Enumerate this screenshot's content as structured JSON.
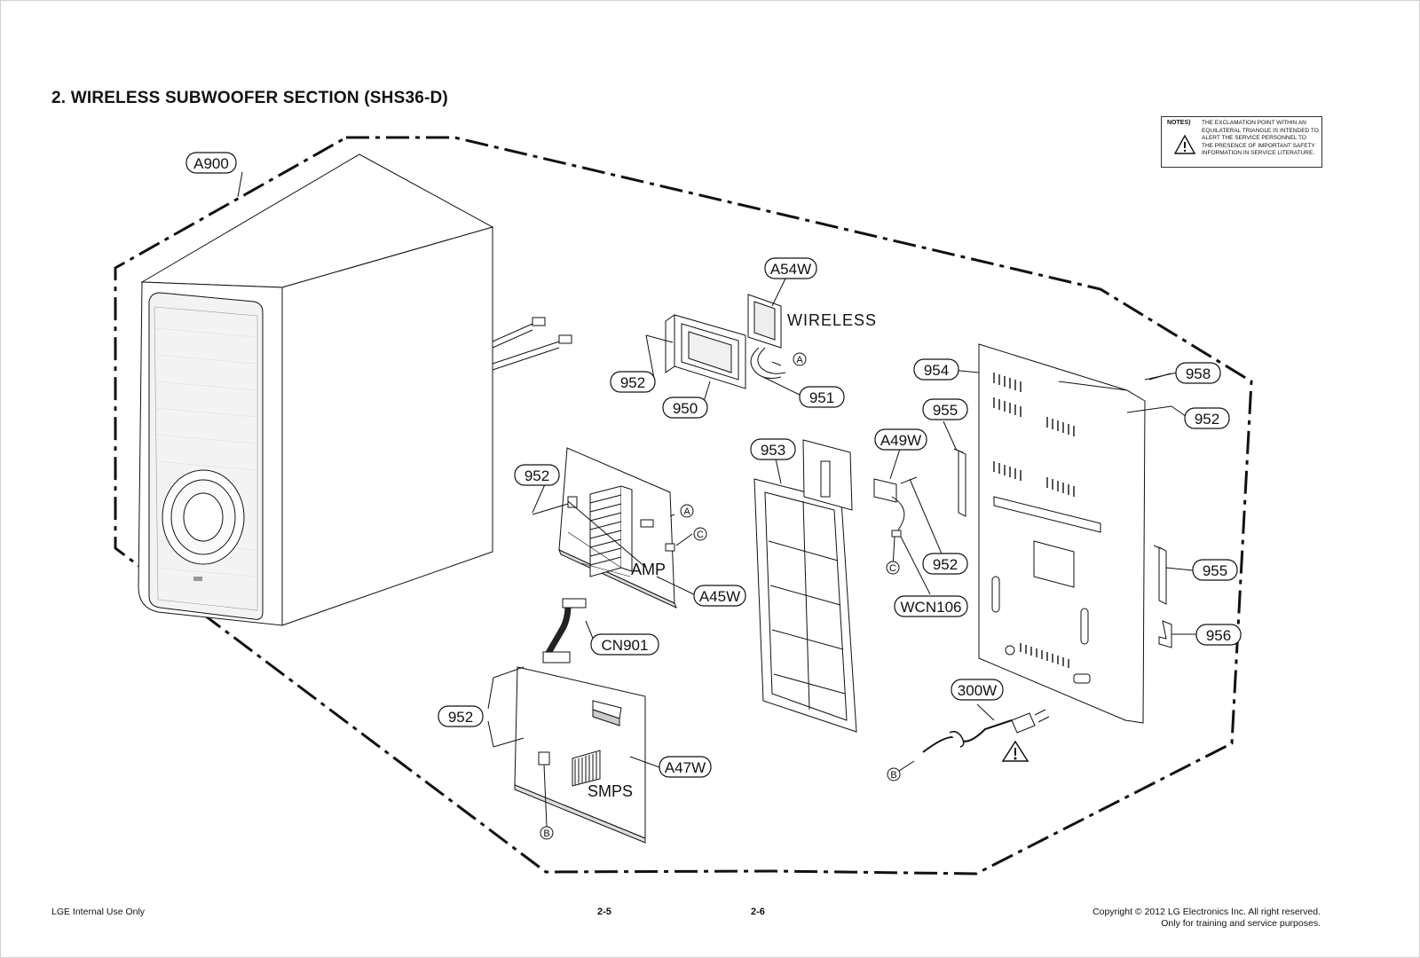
{
  "page": {
    "title": "2. WIRELESS SUBWOOFER SECTION (SHS36-D)"
  },
  "notes": {
    "label": "NOTES)",
    "text": "THE EXCLAMATION POINT WITHIN AN EQUILATERAL TRIANGLE IS INTENDED TO ALERT THE SERVICE PERSONNEL TO THE PRESENCE OF IMPORTANT SAFETY INFORMATION IN SERVICE LITERATURE."
  },
  "callouts": {
    "a900": "A900",
    "a54w": "A54W",
    "p952_top": "952",
    "p950": "950",
    "p951": "951",
    "p954": "954",
    "p958": "958",
    "p952_right": "952",
    "p955_top": "955",
    "a49w": "A49W",
    "p953": "953",
    "p952_amp": "952",
    "a45w": "A45W",
    "cn901": "CN901",
    "p952_wcn": "952",
    "wcn106": "WCN106",
    "p955_bottom": "955",
    "p956": "956",
    "p952_smps": "952",
    "a47w": "A47W",
    "p300w": "300W"
  },
  "labels": {
    "wireless": "WIRELESS",
    "amp": "AMP",
    "smps": "SMPS"
  },
  "connectors": {
    "a_wireless": "A",
    "a_amp": "A",
    "c_amp": "C",
    "c_wcn": "C",
    "b_smps": "B",
    "b_power": "B"
  },
  "footer": {
    "left": "LGE Internal Use Only",
    "page_left": "2-5",
    "page_right": "2-6",
    "copyright": "Copyright © 2012 LG Electronics Inc. All right reserved.",
    "training": "Only for training and service purposes."
  }
}
